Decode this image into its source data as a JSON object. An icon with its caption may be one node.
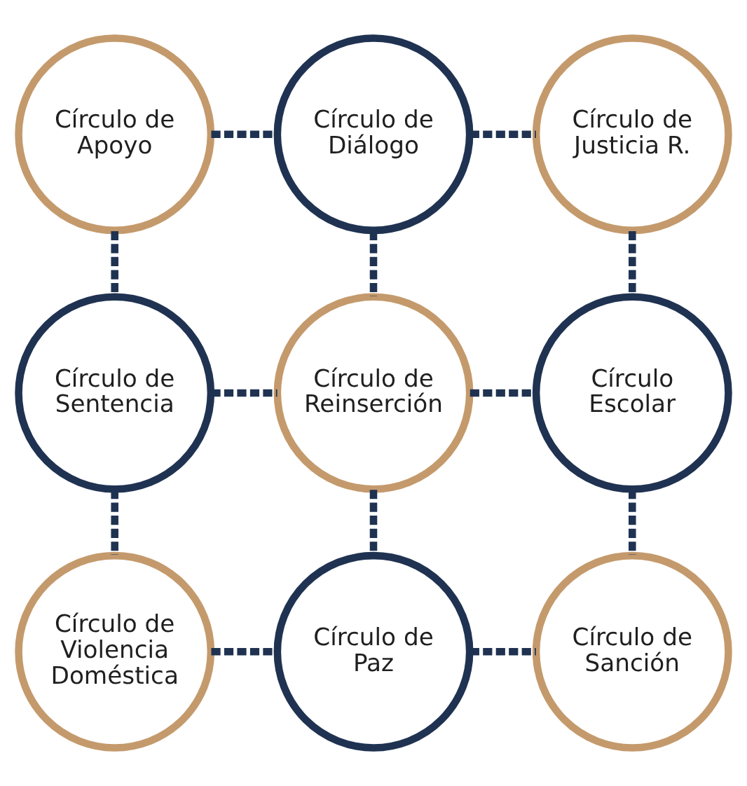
{
  "diagram": {
    "nodes": [
      {
        "text": [
          "Círculo de Apoyo"
        ]
      },
      {
        "text": [
          "Círculo de Diálogo"
        ]
      },
      {
        "text": [
          "Círculo de Justicia R."
        ]
      },
      {
        "text": [
          "Círculo de Sentencia"
        ]
      },
      {
        "text": [
          "Círculo de Reinserción"
        ]
      },
      {
        "text": [
          "Círculo Escolar"
        ]
      },
      {
        "text": [
          "Círculo de Violencia Doméstica"
        ]
      },
      {
        "text": [
          "Círculo de Paz"
        ]
      },
      {
        "text": [
          "Círculo de Sanción"
        ]
      }
    ],
    "edges": [
      {
        "from": 0,
        "to": 1,
        "arrow": "none",
        "style": "dashed"
      },
      {
        "from": 1,
        "to": 2,
        "arrow": "none",
        "style": "dashed"
      },
      {
        "from": 0,
        "to": 3,
        "arrow": "none",
        "style": "dashed"
      },
      {
        "from": 1,
        "to": 4,
        "arrow": "none",
        "style": "dashed"
      },
      {
        "from": 2,
        "to": 5,
        "arrow": "none",
        "style": "dashed"
      },
      {
        "from": 3,
        "to": 4,
        "arrow": "none",
        "style": "dashed"
      },
      {
        "from": 4,
        "to": 5,
        "arrow": "none",
        "style": "dashed"
      },
      {
        "from": 3,
        "to": 6,
        "arrow": "none",
        "style": "dashed"
      },
      {
        "from": 4,
        "to": 7,
        "arrow": "none",
        "style": "dashed"
      },
      {
        "from": 5,
        "to": 8,
        "arrow": "none",
        "style": "dashed"
      },
      {
        "from": 6,
        "to": 7,
        "arrow": "none",
        "style": "dashed"
      },
      {
        "from": 7,
        "to": 8,
        "arrow": "none",
        "style": "dashed"
      }
    ]
  }
}
